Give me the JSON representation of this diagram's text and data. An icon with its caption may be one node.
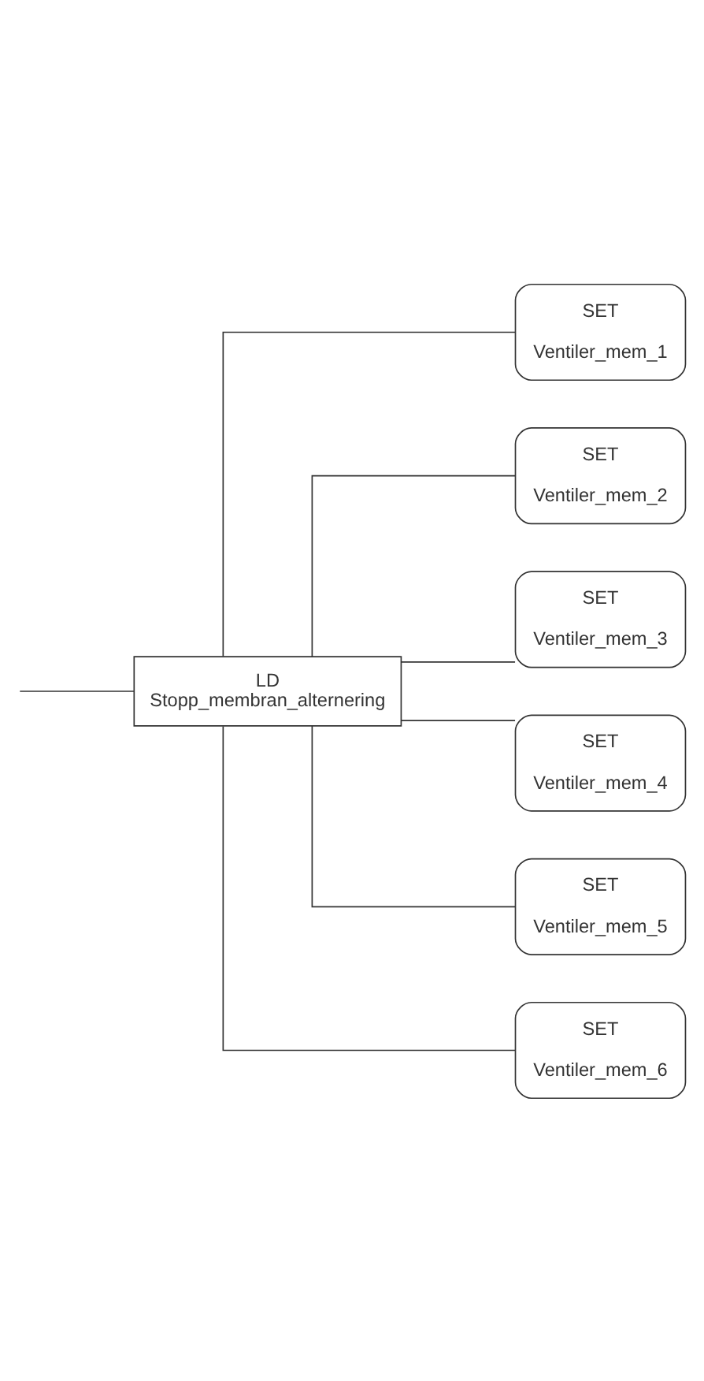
{
  "diagram": {
    "nodes": [
      {
        "text": [
          "LD",
          "Stopp_membran_alternering"
        ]
      },
      {
        "text": [
          "SET",
          "Ventiler_mem_1"
        ]
      },
      {
        "text": [
          "SET",
          "Ventiler_mem_2"
        ]
      },
      {
        "text": [
          "SET",
          "Ventiler_mem_3"
        ]
      },
      {
        "text": [
          "SET",
          "Ventiler_mem_4"
        ]
      },
      {
        "text": [
          "SET",
          "Ventiler_mem_5"
        ]
      },
      {
        "text": [
          "SET",
          "Ventiler_mem_6"
        ]
      }
    ],
    "edges": [
      {
        "from": null,
        "to": 0,
        "arrow": "none"
      },
      {
        "from": 0,
        "to": 1,
        "arrow": "none"
      },
      {
        "from": 0,
        "to": 2,
        "arrow": "none"
      },
      {
        "from": 0,
        "to": 3,
        "arrow": "none"
      },
      {
        "from": 0,
        "to": 4,
        "arrow": "none"
      },
      {
        "from": 0,
        "to": 5,
        "arrow": "none"
      },
      {
        "from": 0,
        "to": 6,
        "arrow": "none"
      }
    ]
  }
}
